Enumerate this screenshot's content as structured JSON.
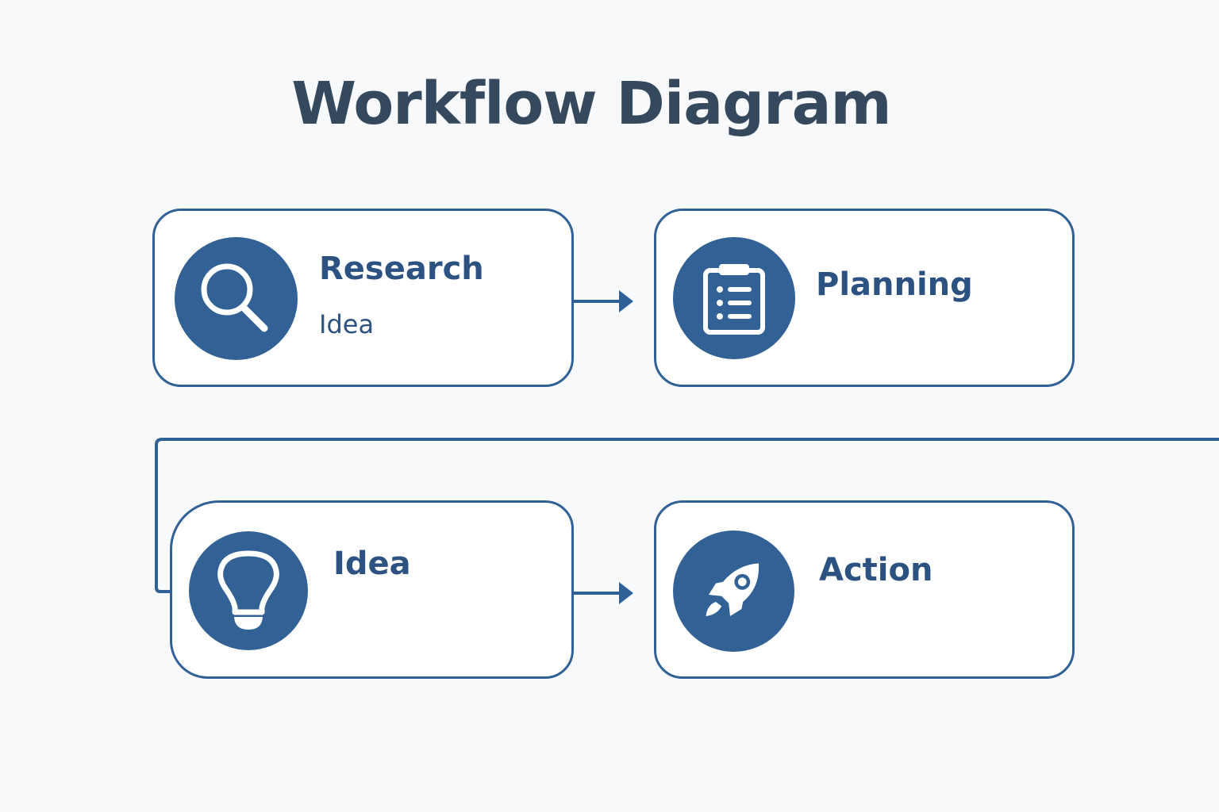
{
  "title": "Workflow Diagram",
  "colors": {
    "accent": "#2f6096",
    "title": "#34495e",
    "background": "#f8f9fa"
  },
  "steps": [
    {
      "label": "Research",
      "sublabel": "Idea",
      "icon": "magnifier-icon"
    },
    {
      "label": "Planning",
      "icon": "clipboard-icon"
    },
    {
      "label": "Idea",
      "icon": "lightbulb-icon"
    },
    {
      "label": "Action",
      "icon": "rocket-icon"
    }
  ]
}
